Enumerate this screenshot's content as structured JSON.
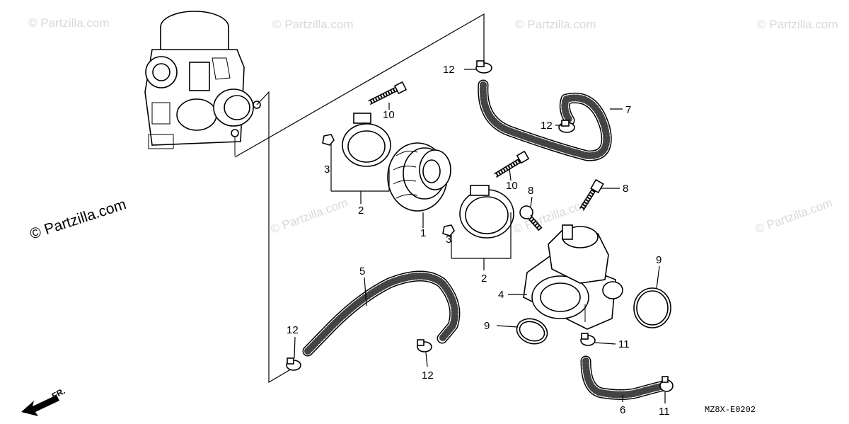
{
  "diagram": {
    "code": "MZ8X-E0202",
    "direction_label": "FR.",
    "watermark_main": "© Partzilla.com",
    "watermark_faint": "© Partzilla.com",
    "callouts": {
      "c1": "1",
      "c2a": "2",
      "c2b": "2",
      "c3a": "3",
      "c3b": "3",
      "c4": "4",
      "c5": "5",
      "c6": "6",
      "c7": "7",
      "c8a": "8",
      "c8b": "8",
      "c9a": "9",
      "c9b": "9",
      "c10a": "10",
      "c10b": "10",
      "c11a": "11",
      "c11b": "11",
      "c12a": "12",
      "c12b": "12",
      "c12c": "12",
      "c12d": "12"
    }
  }
}
